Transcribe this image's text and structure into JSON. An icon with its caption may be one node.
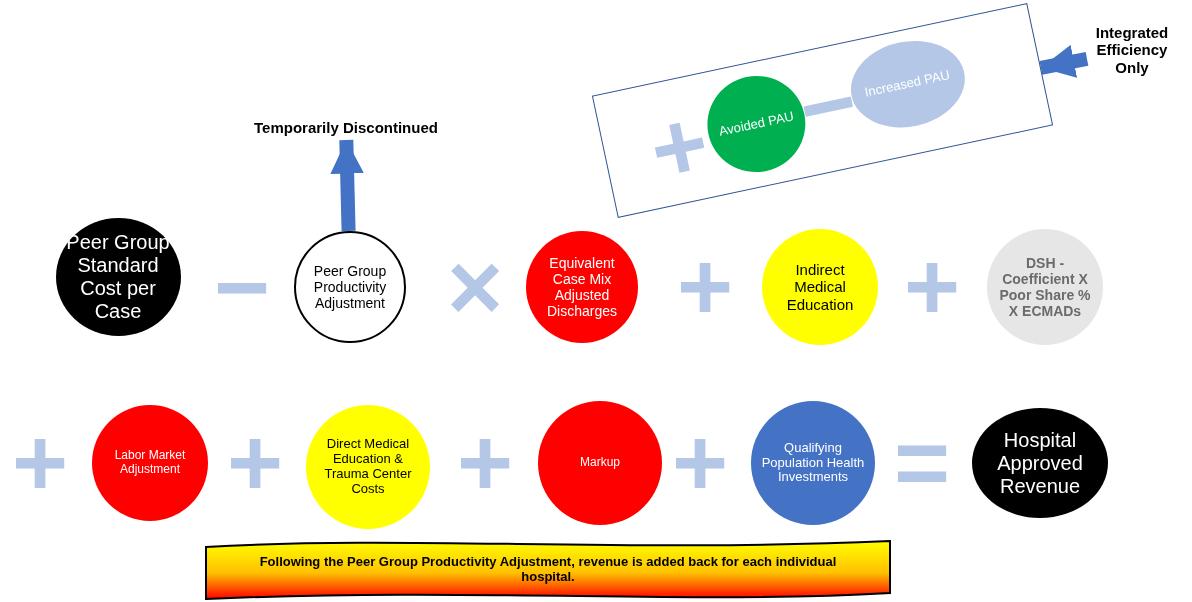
{
  "diagram": {
    "nodes": [
      {
        "text": [],
        "shape": "box"
      },
      {
        "text": [
          "Avoided PAU"
        ],
        "in": 0
      },
      {
        "text": [
          "Increased PAU"
        ],
        "in": 0
      },
      {
        "text": [
          "Integrated Efficiency Only"
        ]
      },
      {
        "text": [
          "Temporarily Discontinued"
        ]
      },
      {
        "text": [
          "Peer Group Standard Cost per Case"
        ]
      },
      {
        "text": [
          "Peer Group Productivity Adjustment"
        ]
      },
      {
        "text": [
          "Equivalent Case Mix Adjusted Discharges"
        ]
      },
      {
        "text": [
          "Indirect Medical Education"
        ]
      },
      {
        "text": [
          "DSH - Coefficient X Poor Share % X ECMADs"
        ]
      },
      {
        "text": [
          "Labor Market Adjustment"
        ]
      },
      {
        "text": [
          "Direct Medical Education & Trauma Center Costs"
        ]
      },
      {
        "text": [
          "Markup"
        ]
      },
      {
        "text": [
          "Qualifying Population Health Investments"
        ]
      },
      {
        "text": [
          "Hospital Approved Revenue"
        ]
      },
      {
        "text": [
          "Following the Peer Group Productivity Adjustment, revenue is added back for each individual hospital."
        ]
      }
    ],
    "edges": [
      {
        "from": 3,
        "to": 0,
        "arrow": "to"
      },
      {
        "from": 6,
        "to": 4,
        "arrow": "to"
      }
    ],
    "labels": [
      "+",
      "−",
      "−",
      "×",
      "+",
      "+",
      "+",
      "+",
      "+",
      "+",
      "="
    ]
  }
}
